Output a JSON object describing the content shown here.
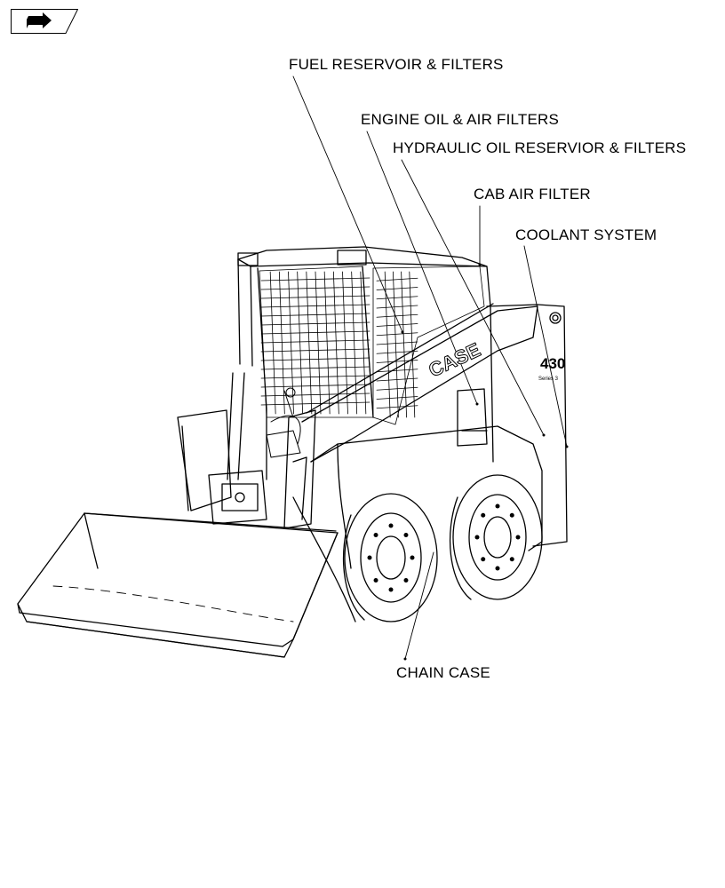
{
  "nav": {
    "icon": "forward-arrow-icon"
  },
  "callouts": {
    "fuel": "FUEL RESERVOIR & FILTERS",
    "engine": "ENGINE OIL & AIR FILTERS",
    "hydraulic": "HYDRAULIC OIL RESERVIOR & FILTERS",
    "cab": "CAB AIR FILTER",
    "coolant": "COOLANT SYSTEM",
    "chain": "CHAIN CASE"
  },
  "machine": {
    "brand": "CASE",
    "model": "430",
    "series": "Series 3"
  }
}
